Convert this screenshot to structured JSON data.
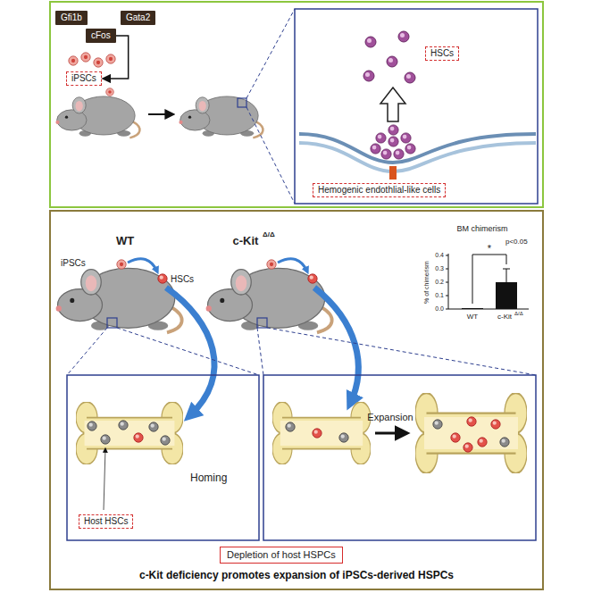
{
  "diagram": {
    "caption": "c-Kit deficiency promotes expansion of iPSCs-derived HSPCs",
    "nodes": [
      {
        "text": [
          "Gfi1b"
        ]
      },
      {
        "text": [
          "Gata2"
        ]
      },
      {
        "text": [
          "cFos"
        ]
      },
      {
        "text": [
          "iPSCs"
        ]
      },
      {
        "text": [
          "HSCs"
        ]
      },
      {
        "text": [
          "Hemogenic endothlial-like cells"
        ]
      },
      {
        "text": [
          "Host HSCs"
        ]
      },
      {
        "text": [
          "Depletion of host HSPCs"
        ]
      }
    ],
    "edges": [
      {
        "from": 2,
        "to": 3,
        "arrow": "to"
      }
    ],
    "labels": [
      "WT",
      "c-Kit",
      "Δ/Δ",
      "iPSCs",
      "HSCs",
      "BM chimerism",
      "0.4",
      "0.3",
      "0.2",
      "0.1",
      "0.0",
      "% of chimerism",
      "WT",
      "c-Kit",
      "Δ/Δ",
      "*",
      "p<0.05",
      "Homing",
      "Expansion"
    ]
  }
}
